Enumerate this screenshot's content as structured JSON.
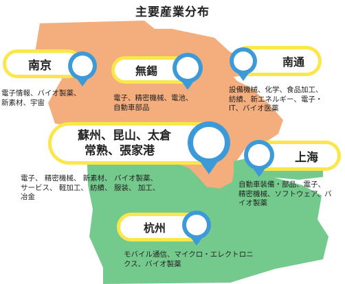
{
  "title": "主要産業分布",
  "cities": {
    "nanjing": {
      "name": "南京",
      "industries": [
        "電子情報、バイオ製薬、",
        "新素材、宇宙"
      ]
    },
    "wuxi": {
      "name": "無錫",
      "industries": [
        "電子、精密機械、電池、",
        "自動車部品"
      ]
    },
    "nantong": {
      "name": "南通",
      "industries": [
        "設備機械、化学、食品加工、",
        "紡績、新エネルギー、電子・",
        "IT、バイオ医薬"
      ]
    },
    "suzhou": {
      "name_line1": "蘇州、昆山、太倉",
      "name_line2": "常熟、張家港",
      "industries": [
        "電子、 精密機械、 新素材、 バイオ製薬、",
        "サービス、 軽加工、 紡績、 服装、 加工、",
        "冶金"
      ]
    },
    "shanghai": {
      "name": "上海",
      "industries": [
        "自動車装備・部品、電子、",
        "精密機械、ソフトウェア、バ",
        "イオ製薬"
      ]
    },
    "hangzhou": {
      "name": "杭州",
      "industries": [
        "モバイル通信、マイクロ・エレクトロニ",
        "クス、バイオ製薬"
      ]
    }
  },
  "colors": {
    "jiangsu_region": "#f4ad7c",
    "zhejiang_region": "#74c98d",
    "label_border": "#fbe74a",
    "pin": "#3d9ad9"
  }
}
